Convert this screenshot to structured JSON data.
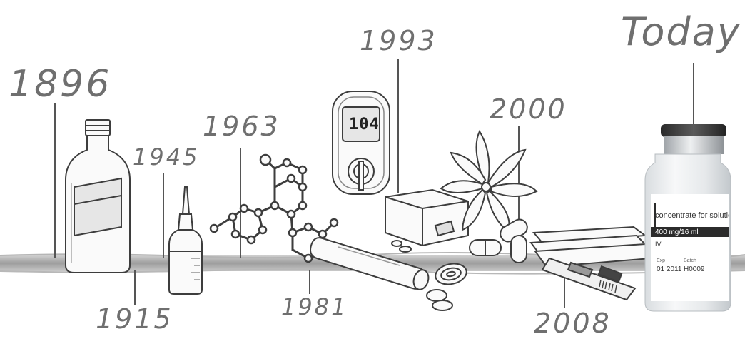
{
  "timeline": {
    "years": {
      "y1896": "1896",
      "y1915": "1915",
      "y1945": "1945",
      "y1963": "1963",
      "y1981": "1981",
      "y1993": "1993",
      "y2000": "2000",
      "y2008": "2008",
      "today": "Today"
    }
  },
  "glucose_meter": {
    "reading": "104"
  },
  "vial_label": {
    "product": "concentrate for solution fo",
    "dose": "400 mg/16 ml",
    "route": "IV",
    "exp_caption": "Exp",
    "batch_caption": "Batch",
    "exp_value": "01 2011",
    "batch_value": "H0009"
  },
  "colors": {
    "ink": "#4a4a4a",
    "year_text": "#6f6f6f",
    "band": "#9a9a9a",
    "vial_cap": "#3a3a3a"
  }
}
